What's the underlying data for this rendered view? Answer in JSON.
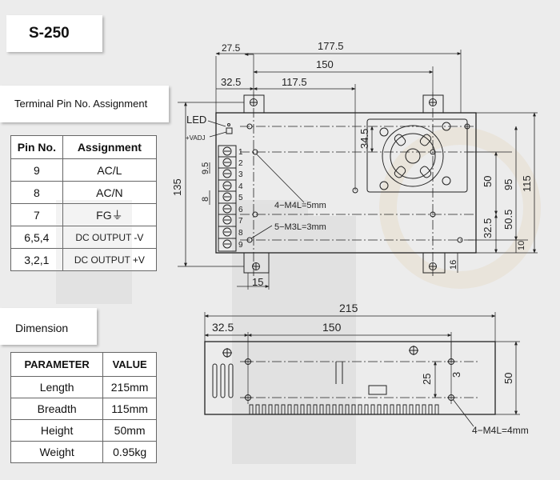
{
  "model": "S-250",
  "terminal_section": {
    "title": "Terminal Pin No. Assignment",
    "headers": [
      "Pin No.",
      "Assignment"
    ],
    "rows": [
      {
        "pin": "9",
        "assignment": "AC/L"
      },
      {
        "pin": "8",
        "assignment": "AC/N"
      },
      {
        "pin": "7",
        "assignment": "FG⏚"
      },
      {
        "pin": "6,5,4",
        "assignment": "DC OUTPUT -V"
      },
      {
        "pin": "3,2,1",
        "assignment": "DC OUTPUT +V"
      }
    ]
  },
  "dimension_section": {
    "title": "Dimension",
    "headers": [
      "PARAMETER",
      "VALUE"
    ],
    "rows": [
      {
        "parameter": "Length",
        "value": "215mm"
      },
      {
        "parameter": "Breadth",
        "value": "115mm"
      },
      {
        "parameter": "Height",
        "value": "50mm"
      },
      {
        "parameter": "Weight",
        "value": "0.95kg"
      }
    ]
  },
  "top_view": {
    "dim_27_5": "27.5",
    "dim_177_5": "177.5",
    "dim_150": "150",
    "dim_32_5": "32.5",
    "dim_117_5": "117.5",
    "dim_34_5": "34.5",
    "dim_135": "135",
    "dim_50": "50",
    "dim_95": "95",
    "dim_115": "115",
    "dim_32_5_v": "32.5",
    "dim_50_5": "50.5",
    "dim_10": "10",
    "dim_15": "15",
    "dim_16": "16",
    "dim_9_5": "9.5",
    "dim_8": "8",
    "led_label": "LED",
    "vadj_label": "+VADJ",
    "note_m4": "4−M4L=5mm",
    "note_m3": "5−M3L=3mm",
    "terminal_numbers": [
      "1",
      "2",
      "3",
      "4",
      "5",
      "6",
      "7",
      "8",
      "9"
    ]
  },
  "side_view": {
    "dim_215": "215",
    "dim_32_5": "32.5",
    "dim_150": "150",
    "dim_25": "25",
    "dim_3": "3",
    "dim_50": "50",
    "note_m4": "4−M4L=4mm"
  }
}
